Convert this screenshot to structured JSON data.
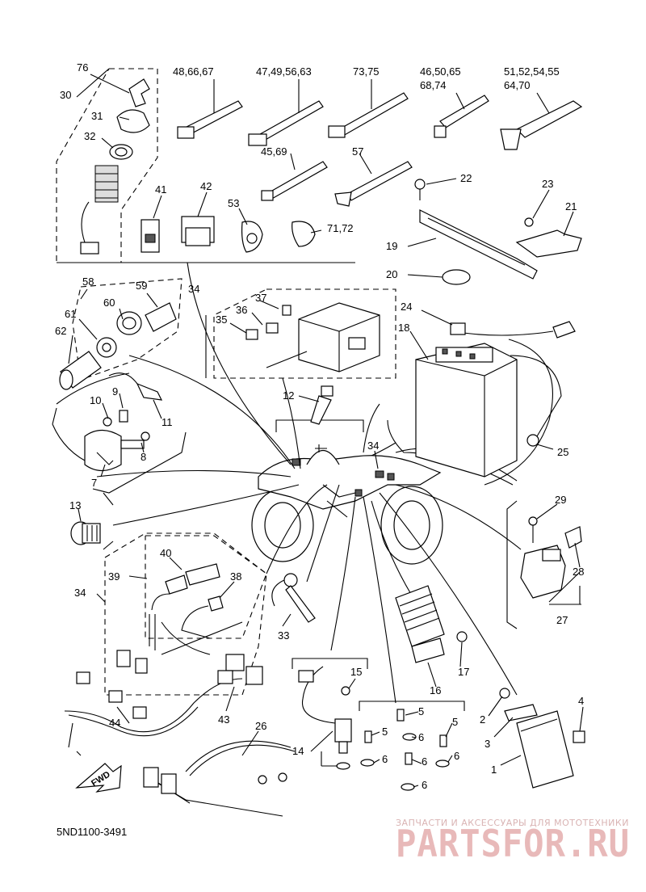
{
  "labels": {
    "l76": "76",
    "l30": "30",
    "l31": "31",
    "l32": "32",
    "l486667": "48,66,67",
    "l47495663": "47,49,56,63",
    "l7375": "73,75",
    "l465065": "46,50,65",
    "l6874": "68,74",
    "l51525455": "51,52,54,55",
    "l6470": "64,70",
    "l4569": "45,69",
    "l57": "57",
    "l22": "22",
    "l23": "23",
    "l21": "21",
    "l41": "41",
    "l42": "42",
    "l53": "53",
    "l7172": "71,72",
    "l19": "19",
    "l20": "20",
    "l58": "58",
    "l59": "59",
    "l60": "60",
    "l61": "61",
    "l62": "62",
    "l34a": "34",
    "l37": "37",
    "l36": "36",
    "l35": "35",
    "l24": "24",
    "l18": "18",
    "l25": "25",
    "l10": "10",
    "l9": "9",
    "l11": "11",
    "l7": "7",
    "l8": "8",
    "l12": "12",
    "l34b": "34",
    "l13": "13",
    "l29": "29",
    "l28": "28",
    "l27": "27",
    "l40": "40",
    "l39": "39",
    "l38": "38",
    "l34c": "34",
    "l33": "33",
    "l15": "15",
    "l16": "16",
    "l17": "17",
    "l44": "44",
    "l43": "43",
    "l26": "26",
    "l14": "14",
    "l5a": "5",
    "l5b": "5",
    "l5c": "5",
    "l6a": "6",
    "l6b": "6",
    "l6c": "6",
    "l6d": "6",
    "l6e": "6",
    "l2": "2",
    "l3": "3",
    "l4": "4",
    "l1": "1"
  },
  "fwd": "FWD",
  "diagram_code": "5ND1100-3491",
  "watermark": {
    "tagline": "ЗАПЧАСТИ И АКСЕССУАРЫ ДЛЯ МОТОТЕХНИКИ",
    "logo": "PARTSFOR.RU",
    "color": "#e8b9b9"
  }
}
